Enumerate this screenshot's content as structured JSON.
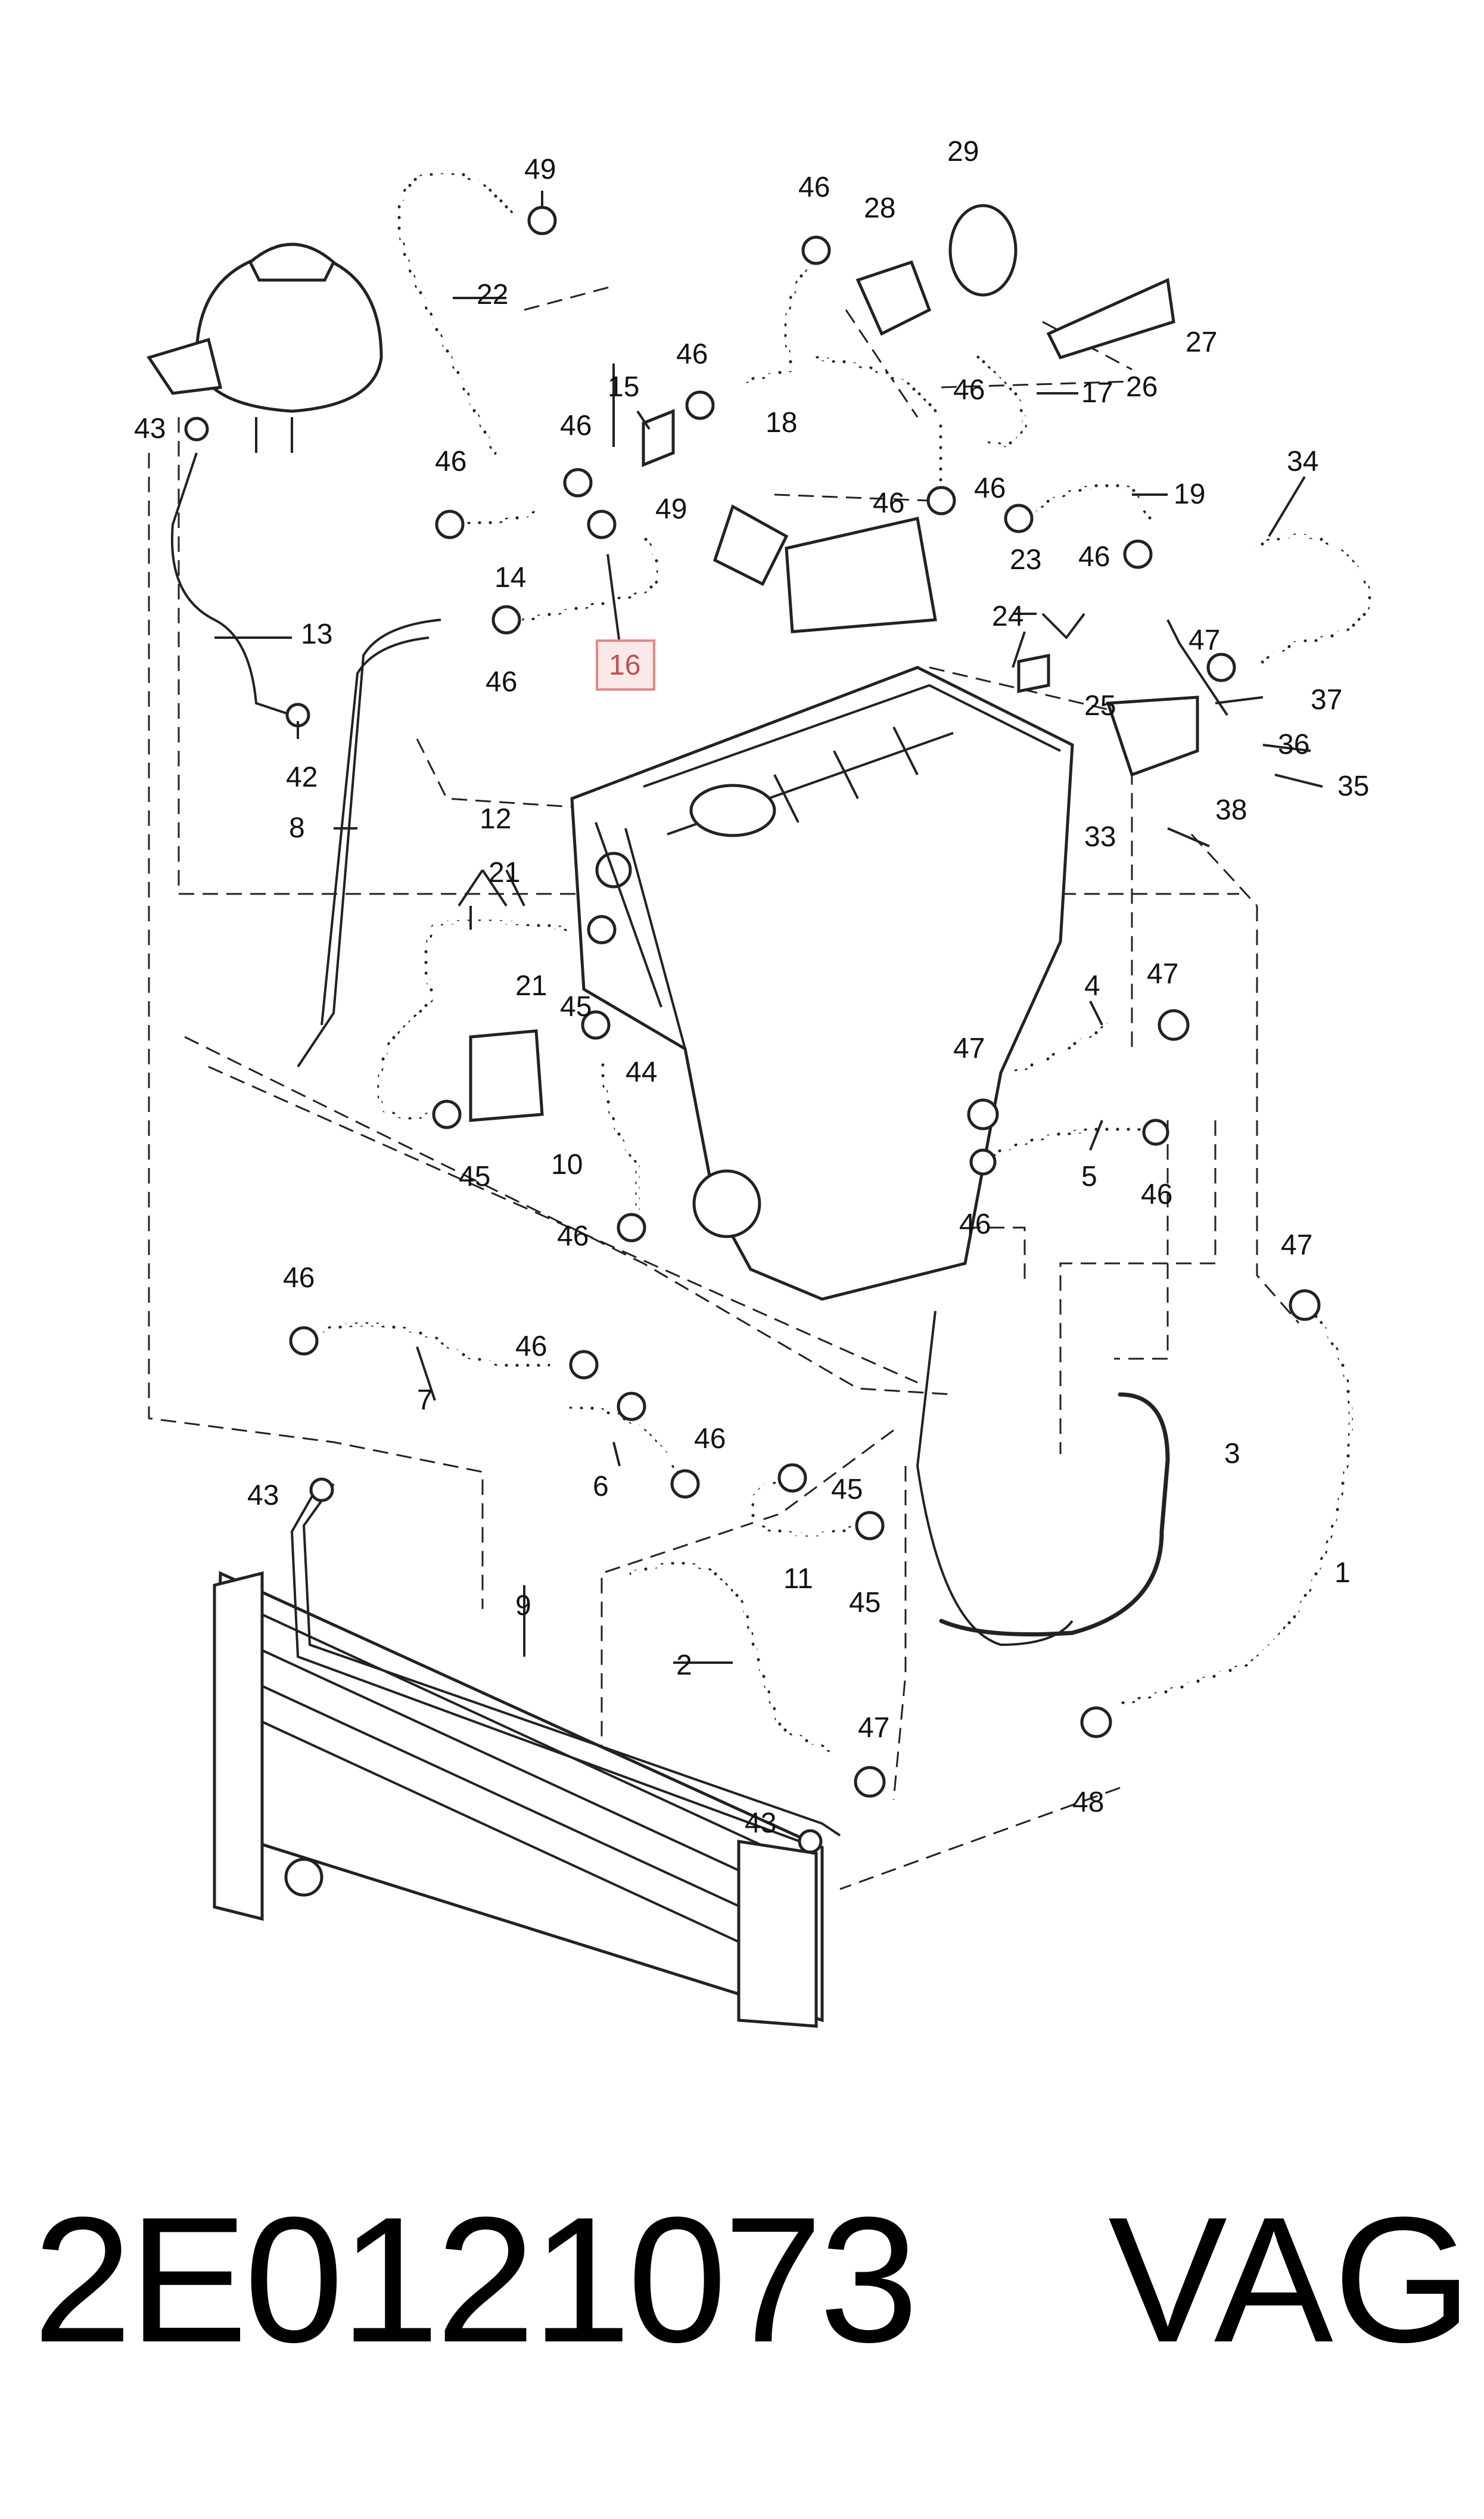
{
  "diagram": {
    "highlighted_callout": "16",
    "callouts": [
      {
        "id": "c1",
        "label": "1"
      },
      {
        "id": "c2",
        "label": "2"
      },
      {
        "id": "c3",
        "label": "3"
      },
      {
        "id": "c4",
        "label": "4"
      },
      {
        "id": "c5",
        "label": "5"
      },
      {
        "id": "c6",
        "label": "6"
      },
      {
        "id": "c7",
        "label": "7"
      },
      {
        "id": "c8",
        "label": "8"
      },
      {
        "id": "c9",
        "label": "9"
      },
      {
        "id": "c10",
        "label": "10"
      },
      {
        "id": "c11",
        "label": "11"
      },
      {
        "id": "c12",
        "label": "12"
      },
      {
        "id": "c13",
        "label": "13"
      },
      {
        "id": "c14",
        "label": "14"
      },
      {
        "id": "c15",
        "label": "15"
      },
      {
        "id": "c16",
        "label": "16"
      },
      {
        "id": "c17",
        "label": "17"
      },
      {
        "id": "c18",
        "label": "18"
      },
      {
        "id": "c19",
        "label": "19"
      },
      {
        "id": "c21a",
        "label": "21"
      },
      {
        "id": "c21b",
        "label": "21"
      },
      {
        "id": "c22",
        "label": "22"
      },
      {
        "id": "c23",
        "label": "23"
      },
      {
        "id": "c24",
        "label": "24"
      },
      {
        "id": "c25",
        "label": "25"
      },
      {
        "id": "c26",
        "label": "26"
      },
      {
        "id": "c27",
        "label": "27"
      },
      {
        "id": "c28",
        "label": "28"
      },
      {
        "id": "c29",
        "label": "29"
      },
      {
        "id": "c33",
        "label": "33"
      },
      {
        "id": "c34",
        "label": "34"
      },
      {
        "id": "c35",
        "label": "35"
      },
      {
        "id": "c36",
        "label": "36"
      },
      {
        "id": "c37",
        "label": "37"
      },
      {
        "id": "c38",
        "label": "38"
      },
      {
        "id": "c42",
        "label": "42"
      },
      {
        "id": "c43a",
        "label": "43"
      },
      {
        "id": "c43b",
        "label": "43"
      },
      {
        "id": "c43c",
        "label": "43"
      },
      {
        "id": "c44",
        "label": "44"
      },
      {
        "id": "c45a",
        "label": "45"
      },
      {
        "id": "c45b",
        "label": "45"
      },
      {
        "id": "c45c",
        "label": "45"
      },
      {
        "id": "c45d",
        "label": "45"
      },
      {
        "id": "c46a",
        "label": "46"
      },
      {
        "id": "c46b",
        "label": "46"
      },
      {
        "id": "c46c",
        "label": "46"
      },
      {
        "id": "c46d",
        "label": "46"
      },
      {
        "id": "c46e",
        "label": "46"
      },
      {
        "id": "c46f",
        "label": "46"
      },
      {
        "id": "c46g",
        "label": "46"
      },
      {
        "id": "c46h",
        "label": "46"
      },
      {
        "id": "c46i",
        "label": "46"
      },
      {
        "id": "c46j",
        "label": "46"
      },
      {
        "id": "c46k",
        "label": "46"
      },
      {
        "id": "c46l",
        "label": "46"
      },
      {
        "id": "c46m",
        "label": "46"
      },
      {
        "id": "c46n",
        "label": "46"
      },
      {
        "id": "c46o",
        "label": "46"
      },
      {
        "id": "c47a",
        "label": "47"
      },
      {
        "id": "c47b",
        "label": "47"
      },
      {
        "id": "c47c",
        "label": "47"
      },
      {
        "id": "c47d",
        "label": "47"
      },
      {
        "id": "c47e",
        "label": "47"
      },
      {
        "id": "c48",
        "label": "48"
      },
      {
        "id": "c49a",
        "label": "49"
      },
      {
        "id": "c49b",
        "label": "49"
      }
    ]
  },
  "caption": {
    "part_number": "2E0121073",
    "brand": "VAG"
  }
}
